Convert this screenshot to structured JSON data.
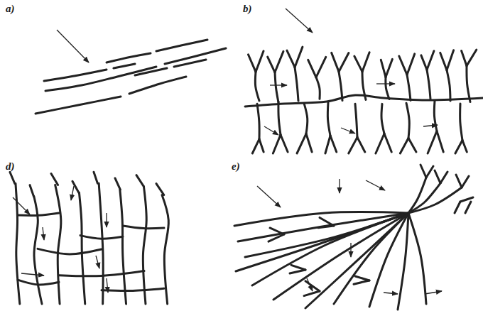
{
  "diagram": {
    "labels": [
      "a)",
      "b)",
      "d)",
      "e)"
    ]
  }
}
